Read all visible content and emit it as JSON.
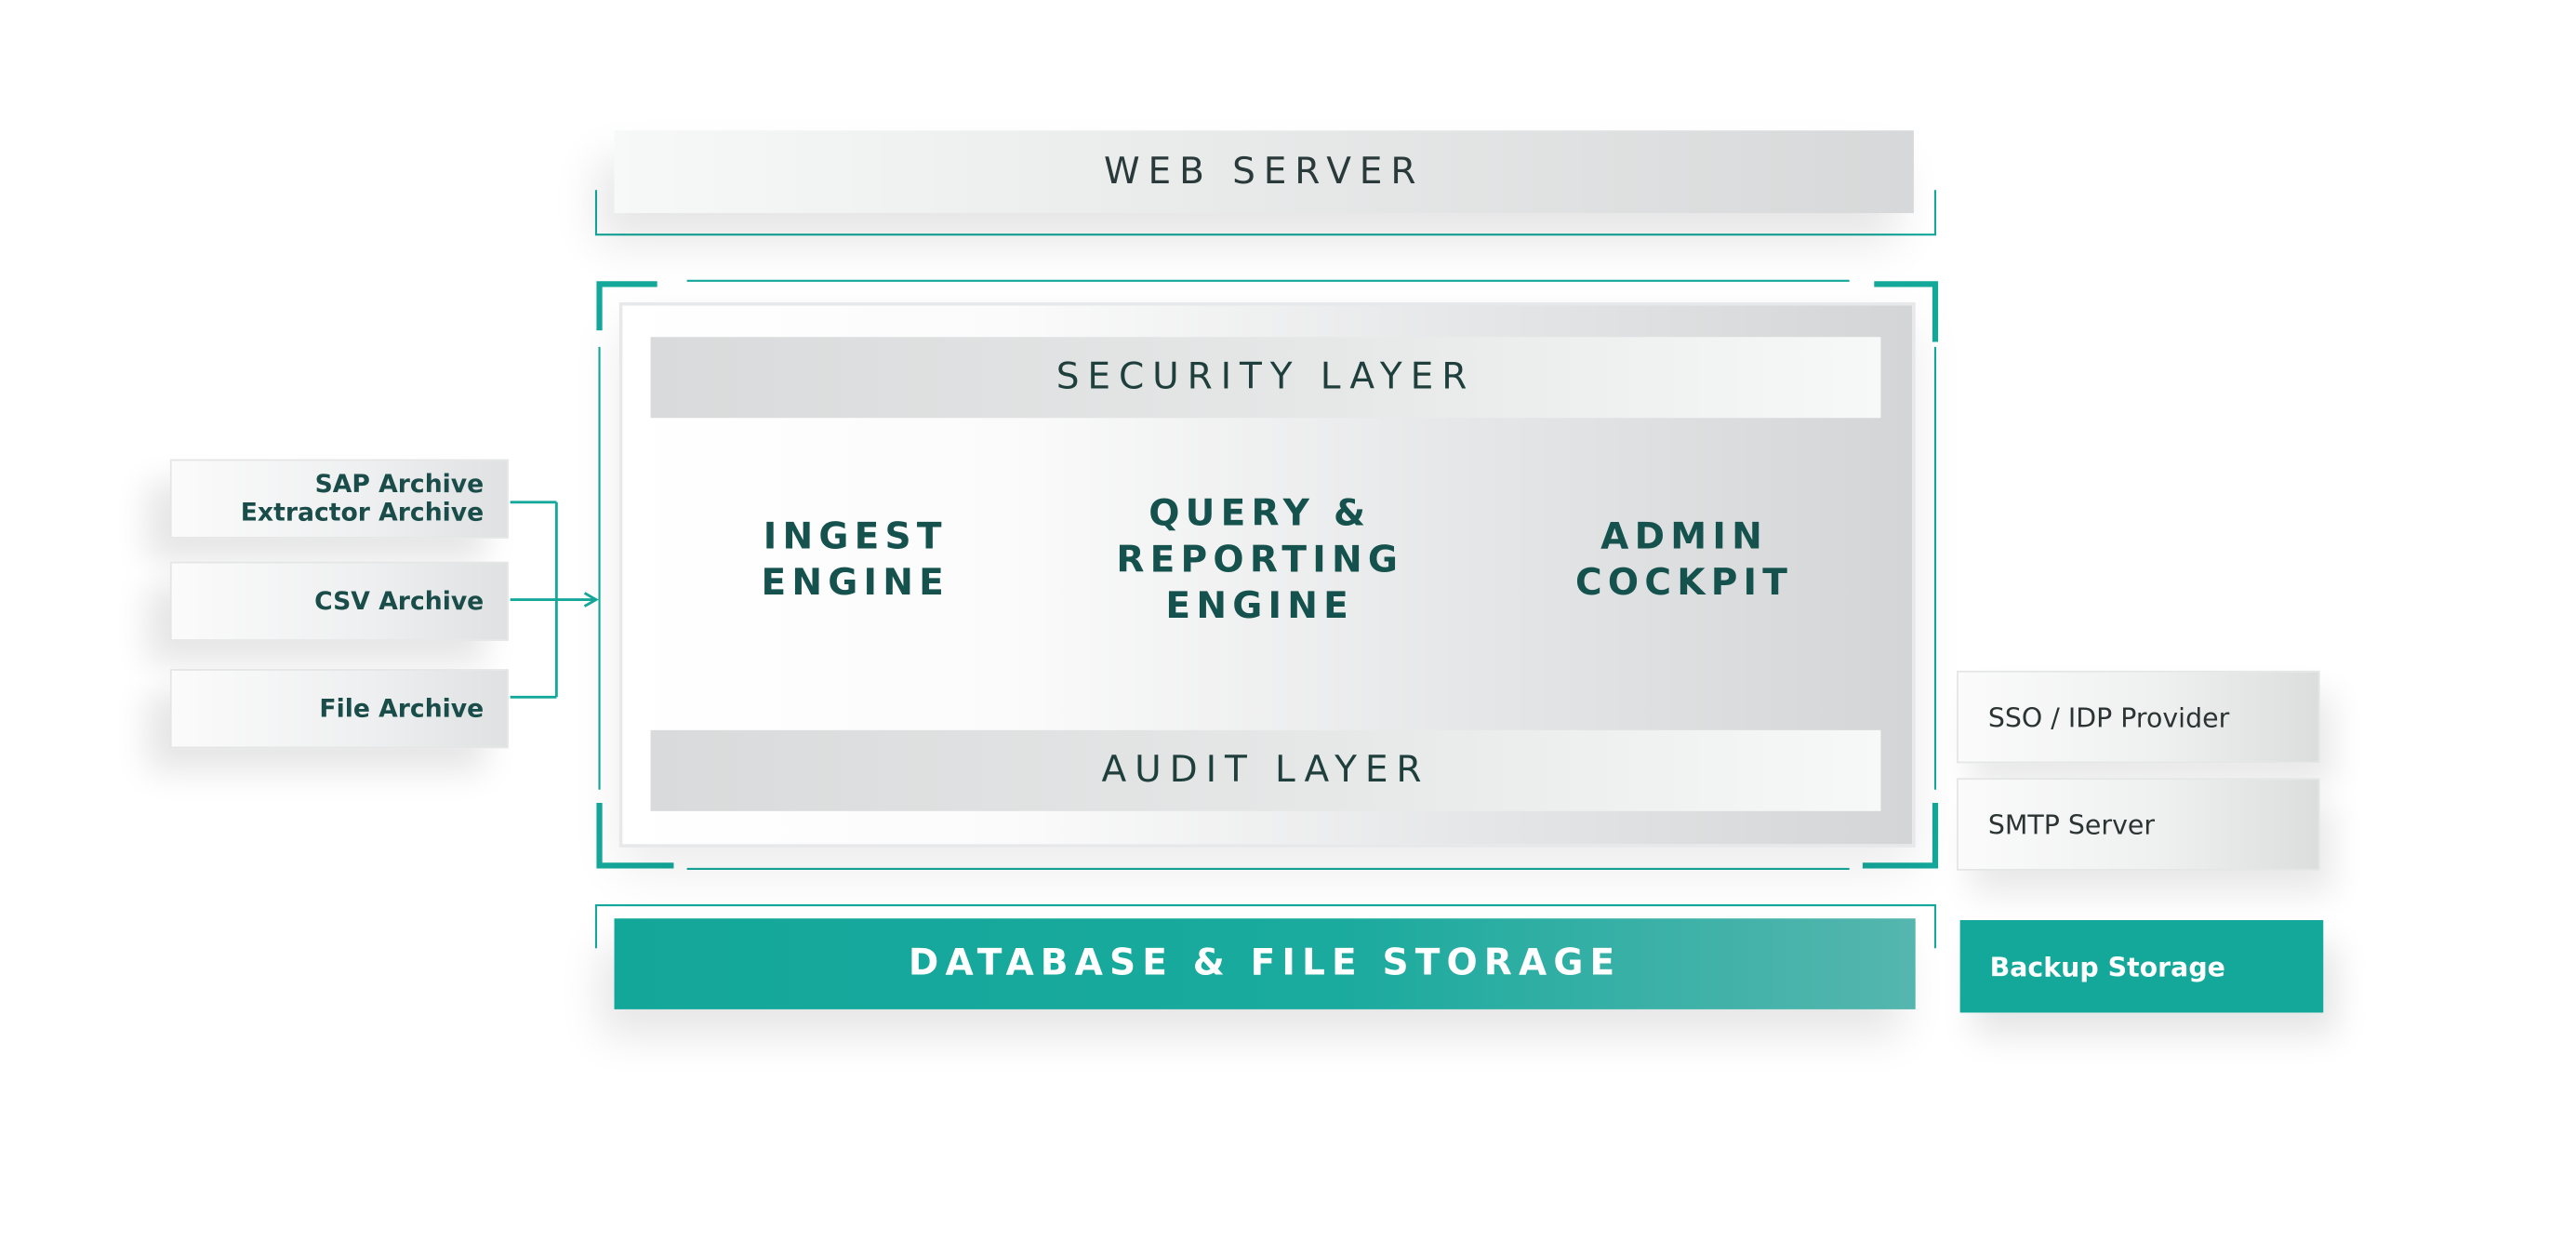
{
  "web_server": {
    "label": "WEB SERVER"
  },
  "core": {
    "security_layer": "SECURITY LAYER",
    "audit_layer": "AUDIT LAYER",
    "engines": [
      {
        "lines": [
          "INGEST",
          "ENGINE"
        ]
      },
      {
        "lines": [
          "QUERY &",
          "REPORTING",
          "ENGINE"
        ]
      },
      {
        "lines": [
          "ADMIN",
          "COCKPIT"
        ]
      }
    ]
  },
  "database": {
    "label": "DATABASE & FILE STORAGE"
  },
  "sources": [
    {
      "lines": [
        "SAP Archive",
        "Extractor Archive"
      ]
    },
    {
      "lines": [
        "CSV Archive"
      ]
    },
    {
      "lines": [
        "File Archive"
      ]
    }
  ],
  "services": [
    {
      "label": "SSO / IDP Provider"
    },
    {
      "label": "SMTP Server"
    },
    {
      "label": "Backup Storage"
    }
  ],
  "colors": {
    "accent": "#14a89b",
    "text_dark": "#15524e",
    "bar_grey": "#d6d8d9"
  }
}
